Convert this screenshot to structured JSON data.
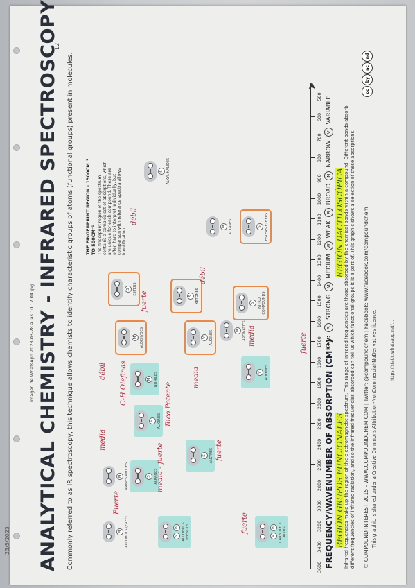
{
  "photo": {
    "date_stamp": "23/5/2023",
    "whatsapp_caption": "Imagen de WhatsApp 2023-03-28 a las 10.17.04.jpg",
    "page_number": "12"
  },
  "header": {
    "title": "ANALYTICAL CHEMISTRY - INFRARED SPECTROSCOPY",
    "subtitle": "Commonly referred to as IR spectroscopy, this technique allows chemists to identify characteristic groups of atoms (functional groups) present in molecules."
  },
  "fingerprint": {
    "title": "THE FINGERPRINT REGION - 1500CM⁻¹ TO 500CM⁻¹",
    "body": "The fingerprint region of the spectrum contains a complex set of absorptions, which are unique for each compound. These are often hard to interpret individually, but comparison with reference spectra allows identification."
  },
  "axis": {
    "title": "FREQUENCY/WAVENUMBER OF ABSORPTION (CM⁻¹)",
    "ticks": [
      "3600",
      "3400",
      "3200",
      "3000",
      "2800",
      "2600",
      "2400",
      "2200",
      "2000",
      "1900",
      "1800",
      "1700",
      "1600",
      "1500",
      "1400",
      "1300",
      "1200",
      "1100",
      "1000",
      "900",
      "800",
      "700",
      "600",
      "500"
    ]
  },
  "key": {
    "label": "Key:",
    "entries": [
      {
        "code": "S",
        "text": "STRONG"
      },
      {
        "code": "M",
        "text": "MEDIUM"
      },
      {
        "code": "W",
        "text": "WEAK"
      },
      {
        "code": "B",
        "text": "BROAD"
      },
      {
        "code": "N",
        "text": "NARROW"
      },
      {
        "code": "V",
        "text": "VARIABLE"
      }
    ]
  },
  "groups": [
    {
      "label": "ALCOHOLS PHENOLS",
      "intensity": [
        "S",
        "B"
      ],
      "style": "sel"
    },
    {
      "label": "ALCOHOLS (FREE)",
      "intensity": [
        "M"
      ],
      "style": "plain"
    },
    {
      "label": "AMINES AMIDES",
      "intensity": [
        "M"
      ],
      "style": "plain"
    },
    {
      "label": "CARBOXYLIC ACIDS",
      "intensity": [
        "V",
        "B"
      ],
      "style": "sel"
    },
    {
      "label": "ALKYNES",
      "intensity": [
        "S"
      ],
      "style": "sel"
    },
    {
      "label": "ALKENES",
      "intensity": [
        "M"
      ],
      "style": "sel"
    },
    {
      "label": "ALKANES",
      "intensity": [
        "S"
      ],
      "style": "sel"
    },
    {
      "label": "NITRILES",
      "intensity": [
        "M"
      ],
      "style": "sel"
    },
    {
      "label": "ALKYNES",
      "intensity": [
        "V"
      ],
      "style": "sel"
    },
    {
      "label": "ALDEHYDES",
      "intensity": [
        "M"
      ],
      "style": "org"
    },
    {
      "label": "ESTERS",
      "intensity": [
        "S"
      ],
      "style": "org"
    },
    {
      "label": "KETONES",
      "intensity": [
        "S"
      ],
      "style": "org"
    },
    {
      "label": "ALKENES",
      "intensity": [
        "V"
      ],
      "style": "org"
    },
    {
      "label": "AROMATICS",
      "intensity": [
        "M"
      ],
      "style": "plain"
    },
    {
      "label": "NITRO COMPOUNDS",
      "intensity": [
        "S"
      ],
      "style": "org"
    },
    {
      "label": "ALKANES",
      "intensity": [
        "M"
      ],
      "style": "plain"
    },
    {
      "label": "ESTERS ETHERS",
      "intensity": [
        "S"
      ],
      "style": "org"
    },
    {
      "label": "ALKYL HALIDES",
      "intensity": [
        "S"
      ],
      "style": "plain"
    }
  ],
  "annotations": [
    "Fuerte",
    "media",
    "media - fuerte",
    "fuerte",
    "media",
    "débil",
    "fuerte",
    "débil",
    "media",
    "débil",
    "fuerte",
    "C-H Olefinas",
    "Rico Potente",
    "fuerte"
  ],
  "highlights": {
    "left": "REGIÓN GRUPOS FUNCIONALES",
    "right": "REGIÓN DACTILOSCÓPICA"
  },
  "description": "Infrared frequencies make up the region of the electromagnetic spectrum. This range of infrared frequencies are those absorbed by the chemical bonds within a compound. Different bonds absorb different frequencies of infrared radiation, and so the infrared frequencies absorbed can tell us which functional groups it is a part of. This graphic shows a selection of these absorptions.",
  "footer": {
    "line1": "© COMPOUND INTEREST 2015 - WWW.COMPOUNDCHEM.COM | Twitter: @compoundchem | Facebook: www.facebook.com/compoundchem",
    "line2": "This graphic is shared under a Creative Commons Attribution-NonCommercial-NoDerivatives licence.",
    "url": "https://static.whatsapp.net/..."
  },
  "cc_badges": [
    "cc",
    "by",
    "nc",
    "nd"
  ]
}
